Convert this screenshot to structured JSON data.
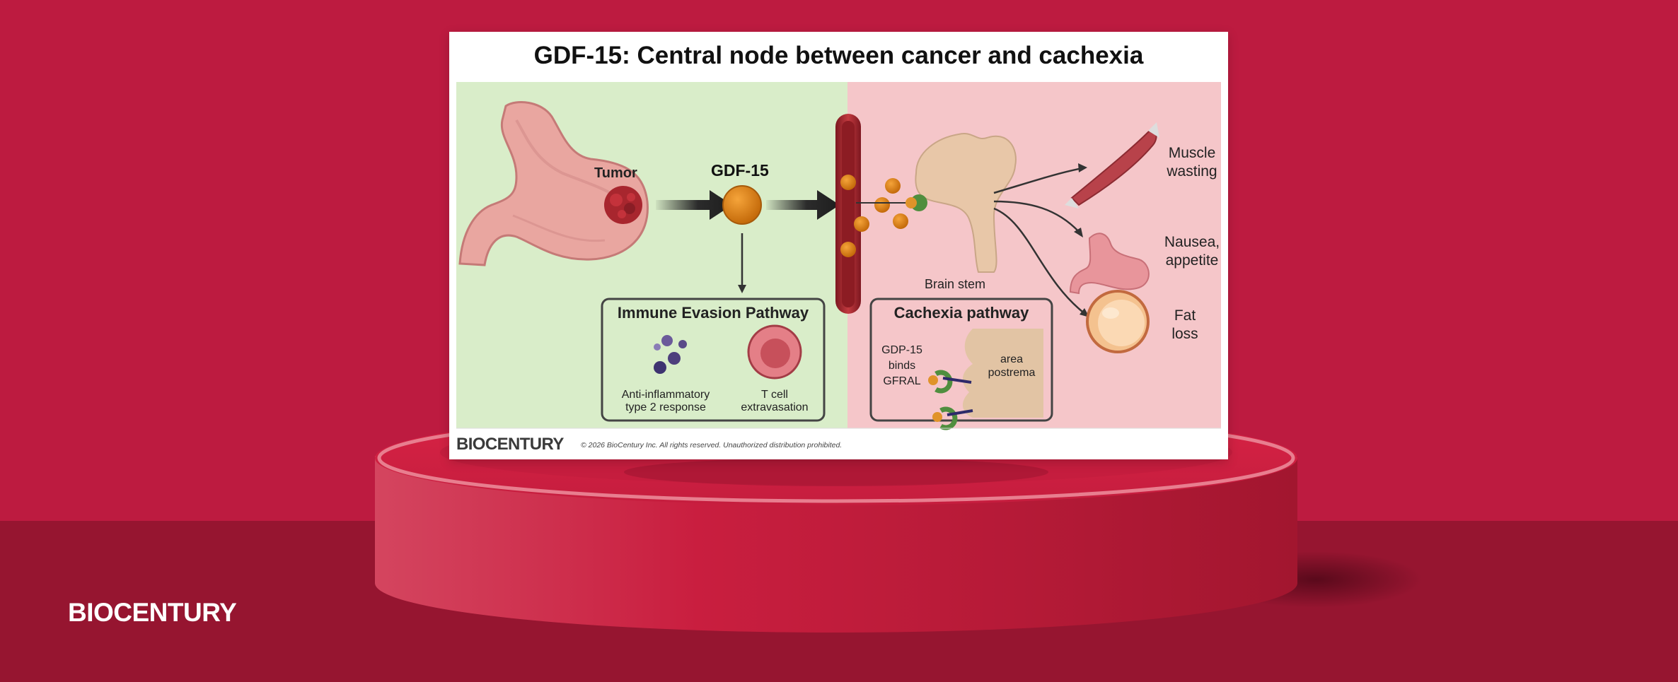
{
  "background": {
    "top_color": "#bd1b40",
    "bottom_color": "#961530"
  },
  "brand": {
    "bottom_left": "BIOCENTURY"
  },
  "card": {
    "title": "GDF-15: Central node between cancer and cachexia",
    "footer_brand": "BIOCENTURY",
    "footer_copyright": "© 2026 BioCentury Inc. All rights reserved. Unauthorized distribution prohibited."
  },
  "diagram": {
    "tumor_label": "Tumor",
    "gdf15_label": "GDF-15",
    "brain_stem_label": "Brain stem",
    "immune_box": {
      "title": "Immune Evasion Pathway",
      "left_caption_line1": "Anti-inflammatory",
      "left_caption_line2": "type 2 response",
      "right_caption_line1": "T cell",
      "right_caption_line2": "extravasation"
    },
    "cachexia_box": {
      "title": "Cachexia pathway",
      "binds_line1": "GDP-15",
      "binds_line2": "binds",
      "binds_line3": "GFRAL",
      "area_line1": "area",
      "area_line2": "postrema"
    },
    "outcomes": {
      "muscle_line1": "Muscle",
      "muscle_line2": "wasting",
      "nausea_line1": "Nausea,",
      "nausea_line2": "appetite",
      "fat_line1": "Fat",
      "fat_line2": "loss"
    },
    "colors": {
      "left_panel": "#d9edc9",
      "right_panel": "#f5c6c9",
      "gdf15_ball": "#d98012",
      "vessel": "#a3212b"
    }
  }
}
